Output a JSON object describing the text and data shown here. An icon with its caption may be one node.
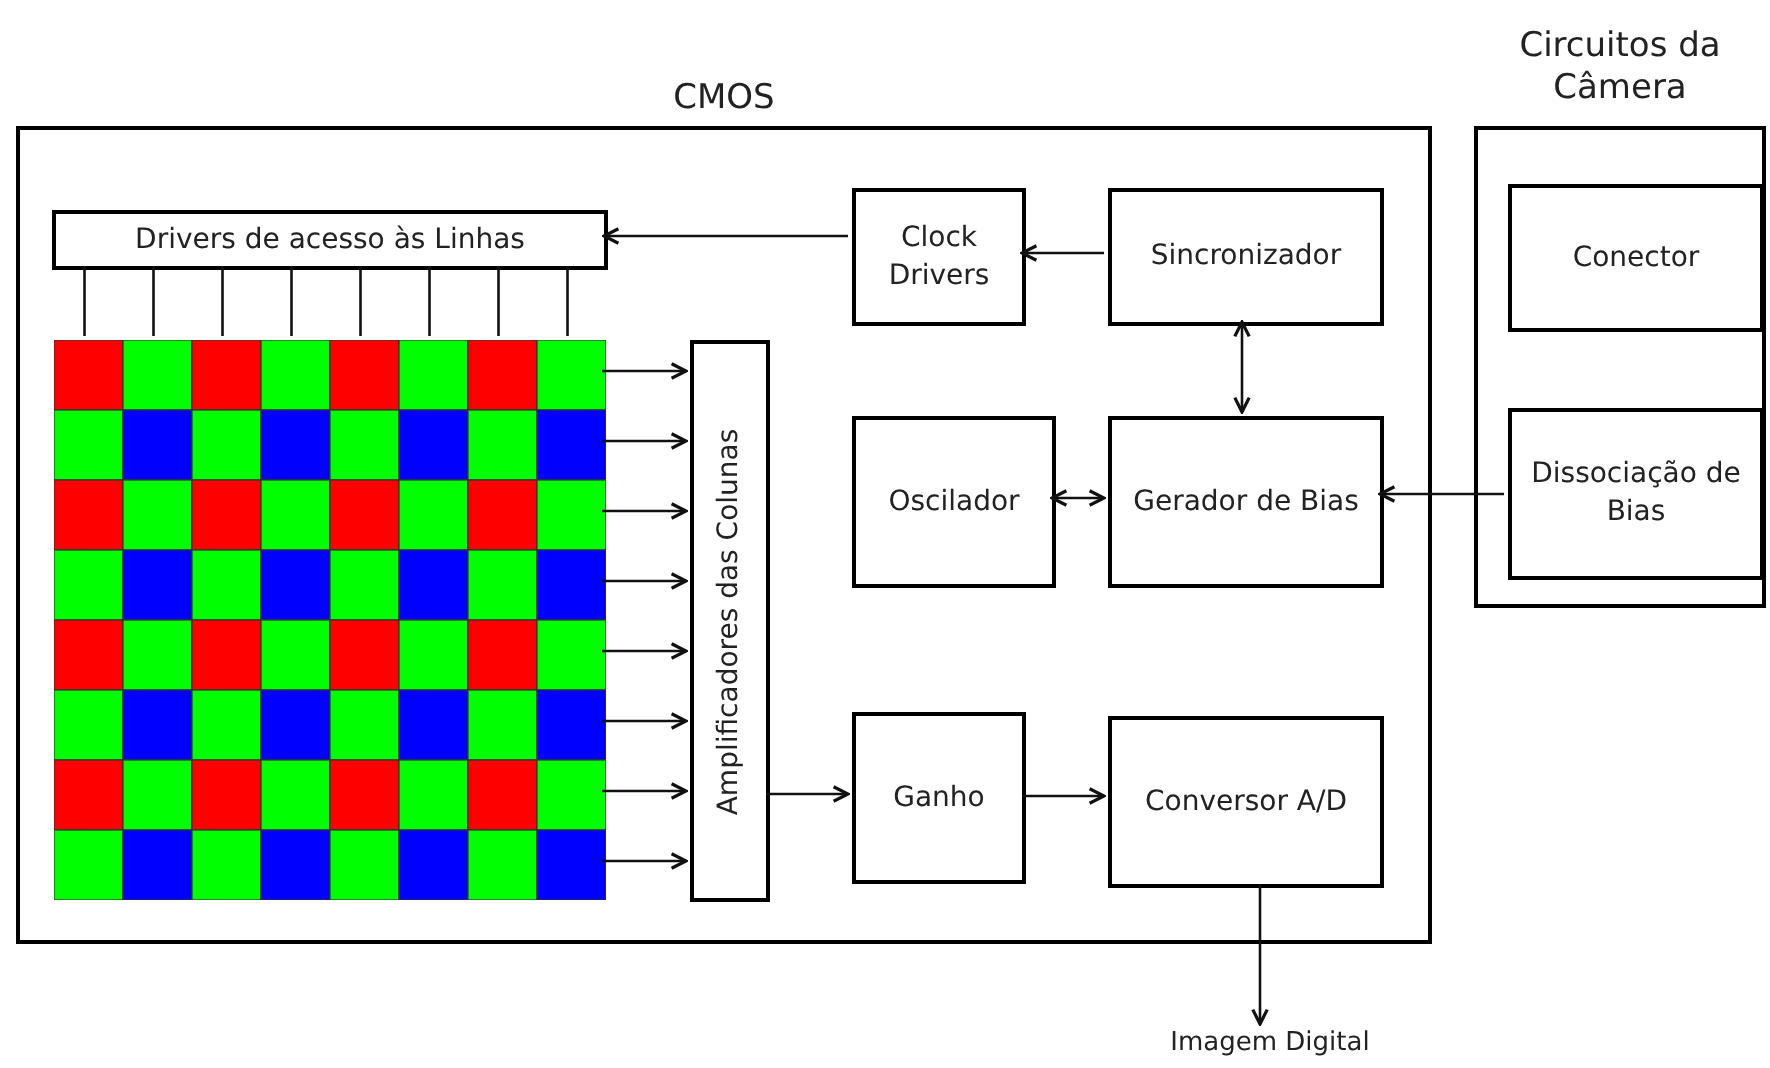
{
  "diagram": {
    "nodes": [
      {
        "text": [
          "CMOS"
        ]
      },
      {
        "text": [
          "Drivers de acesso às Linhas"
        ],
        "in": 0
      },
      {
        "text": [],
        "shape": "picture",
        "in": 0
      },
      {
        "text": [
          "Amplificadores das Colunas"
        ],
        "in": 0
      },
      {
        "text": [
          "Clock Drivers"
        ],
        "in": 0
      },
      {
        "text": [
          "Sincronizador"
        ],
        "in": 0
      },
      {
        "text": [
          "Oscilador"
        ],
        "in": 0
      },
      {
        "text": [
          "Gerador de Bias"
        ],
        "in": 0
      },
      {
        "text": [
          "Ganho"
        ],
        "in": 0
      },
      {
        "text": [
          "Conversor A/D"
        ],
        "in": 0
      },
      {
        "text": [
          "Circuitos da Câmera"
        ]
      },
      {
        "text": [
          "Conector"
        ],
        "in": 10
      },
      {
        "text": [
          "Dissociação de Bias"
        ],
        "in": 10
      },
      {
        "text": [
          "Imagem Digital"
        ]
      }
    ],
    "edges": [
      {
        "from": 4,
        "to": 1,
        "arrow": "to"
      },
      {
        "from": 5,
        "to": 4,
        "arrow": "to"
      },
      {
        "from": 5,
        "to": 7,
        "arrow": "both"
      },
      {
        "from": 6,
        "to": 7,
        "arrow": "both"
      },
      {
        "from": 12,
        "to": 7,
        "arrow": "to"
      },
      {
        "from": 3,
        "to": 8,
        "arrow": "to"
      },
      {
        "from": 8,
        "to": 9,
        "arrow": "to"
      },
      {
        "from": 9,
        "to": 13,
        "arrow": "to"
      },
      {
        "from": 1,
        "to": 2,
        "arrow": "none"
      },
      {
        "from": 1,
        "to": 2,
        "arrow": "none"
      },
      {
        "from": 1,
        "to": 2,
        "arrow": "none"
      },
      {
        "from": 1,
        "to": 2,
        "arrow": "none"
      },
      {
        "from": 1,
        "to": 2,
        "arrow": "none"
      },
      {
        "from": 1,
        "to": 2,
        "arrow": "none"
      },
      {
        "from": 1,
        "to": 2,
        "arrow": "none"
      },
      {
        "from": 1,
        "to": 2,
        "arrow": "none"
      },
      {
        "from": 2,
        "to": 3,
        "arrow": "to"
      },
      {
        "from": 2,
        "to": 3,
        "arrow": "to"
      },
      {
        "from": 2,
        "to": 3,
        "arrow": "to"
      },
      {
        "from": 2,
        "to": 3,
        "arrow": "to"
      },
      {
        "from": 2,
        "to": 3,
        "arrow": "to"
      },
      {
        "from": 2,
        "to": 3,
        "arrow": "to"
      },
      {
        "from": 2,
        "to": 3,
        "arrow": "to"
      },
      {
        "from": 2,
        "to": 3,
        "arrow": "to"
      }
    ]
  }
}
